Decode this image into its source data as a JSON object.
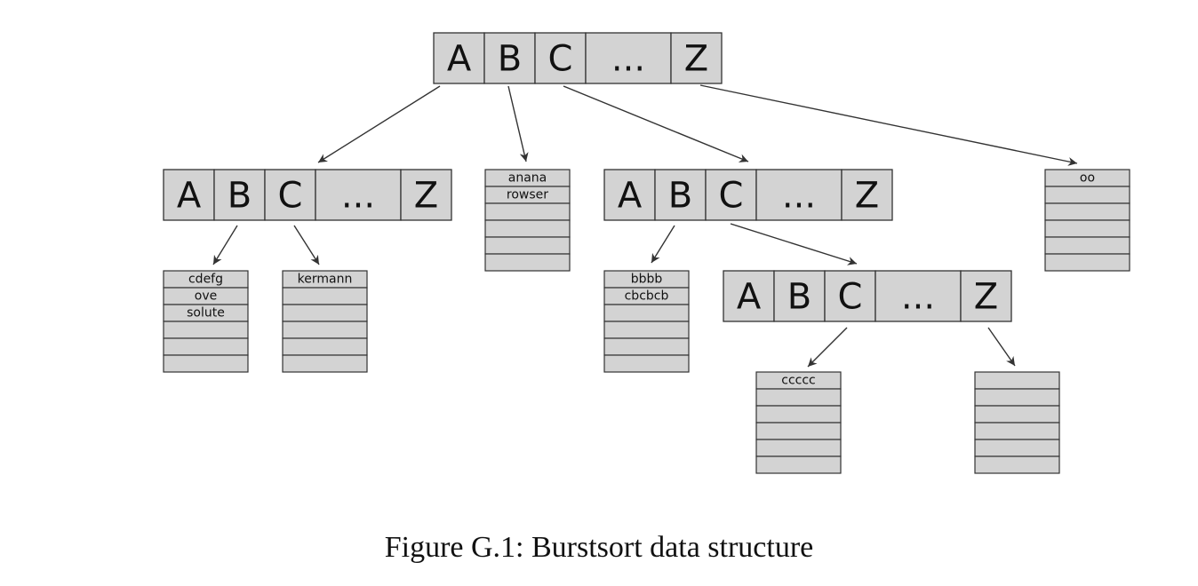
{
  "caption": "Figure G.1: Burstsort data structure",
  "trie_labels": [
    "A",
    "B",
    "C",
    "...",
    "Z"
  ],
  "tries": [
    {
      "id": "root"
    },
    {
      "id": "t-left"
    },
    {
      "id": "t-mid"
    },
    {
      "id": "t-deep"
    }
  ],
  "buckets": [
    {
      "id": "b-anana",
      "entries": [
        "anana",
        "rowser",
        "",
        "",
        "",
        ""
      ]
    },
    {
      "id": "b-oo",
      "entries": [
        "oo",
        "",
        "",
        "",
        "",
        ""
      ]
    },
    {
      "id": "b-cdefg",
      "entries": [
        "cdefg",
        "ove",
        "solute",
        "",
        "",
        ""
      ]
    },
    {
      "id": "b-kermann",
      "entries": [
        "kermann",
        "",
        "",
        "",
        "",
        ""
      ]
    },
    {
      "id": "b-bbbb",
      "entries": [
        "bbbb",
        "cbcbcb",
        "",
        "",
        "",
        ""
      ]
    },
    {
      "id": "b-ccccc",
      "entries": [
        "ccccc",
        "",
        "",
        "",
        "",
        ""
      ]
    },
    {
      "id": "b-empty",
      "entries": [
        "",
        "",
        "",
        "",
        "",
        ""
      ]
    }
  ]
}
